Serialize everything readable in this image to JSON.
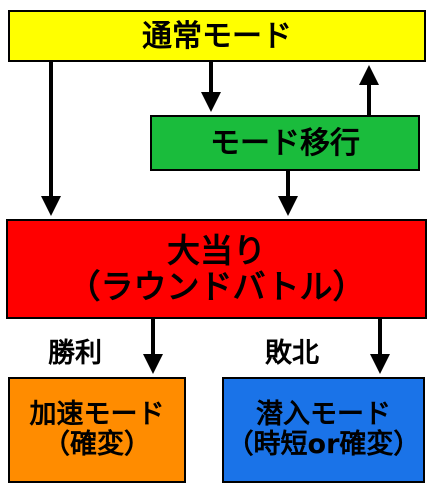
{
  "colors": {
    "normal_mode": "#FFFF00",
    "mode_shift": "#1ABC3C",
    "big_hit": "#FF0000",
    "accel_mode": "#FF8C00",
    "dive_mode": "#1A73E8",
    "arrow": "#000000"
  },
  "boxes": {
    "normal_mode": "通常モード",
    "mode_shift": "モード移行",
    "big_hit_line1": "大当り",
    "big_hit_line2": "（ラウンドバトル）",
    "accel_line1": "加速モード",
    "accel_line2": "（確変）",
    "dive_line1": "潜入モード",
    "dive_line2": "（時短or確変）"
  },
  "labels": {
    "win": "勝利",
    "lose": "敗北"
  }
}
